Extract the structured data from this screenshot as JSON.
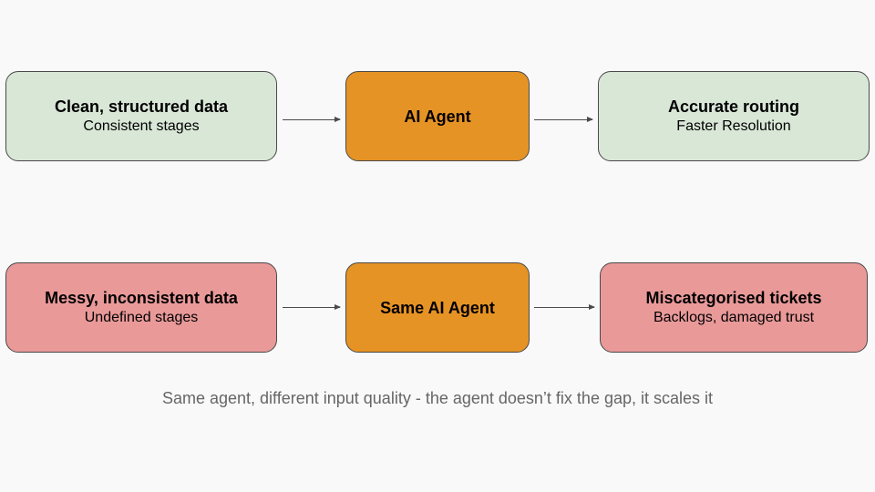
{
  "rows": {
    "good": {
      "input": {
        "title": "Clean, structured data",
        "subtitle": "Consistent stages"
      },
      "agent": {
        "title": "AI Agent"
      },
      "output": {
        "title": "Accurate routing",
        "subtitle": "Faster Resolution"
      }
    },
    "bad": {
      "input": {
        "title": "Messy, inconsistent data",
        "subtitle": "Undefined stages"
      },
      "agent": {
        "title": "Same AI Agent"
      },
      "output": {
        "title": "Miscategorised tickets",
        "subtitle": "Backlogs, damaged trust"
      }
    }
  },
  "caption": "Same agent, different input quality - the agent doesn’t fix the gap, it scales it",
  "colors": {
    "good_fill": "#d9e7d7",
    "bad_fill": "#ea9999",
    "agent_fill": "#e69325",
    "border": "#4a4a4a",
    "caption_text": "#666666"
  }
}
